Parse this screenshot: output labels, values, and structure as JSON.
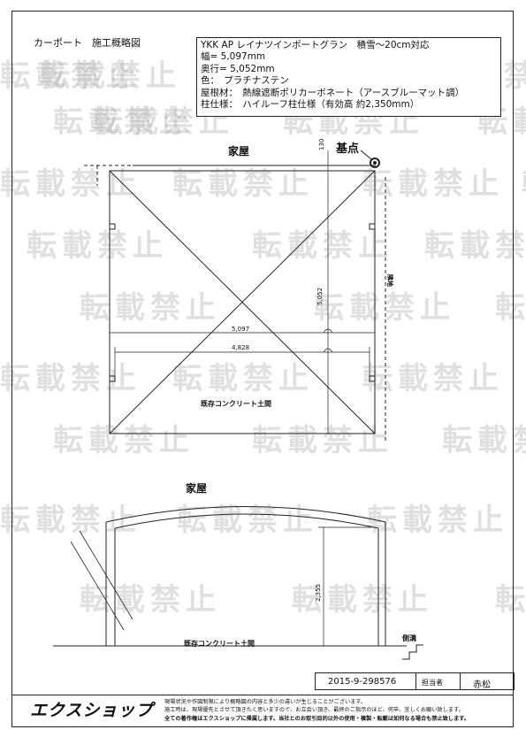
{
  "title": "カーポート　施工概略図",
  "spec": {
    "line1": "YKK AP レイナツインポートグラン　積雪～20cm対応",
    "line2": "幅= 5,097mm",
    "line3": "奥行= 5,052mm",
    "line4": "色：　プラチナステン",
    "line5": "屋根材：　熱線遮断ポリカーボネート（アースブルーマット調）",
    "line6": "柱仕様：　ハイルーフ柱仕様（有効高 約2,350mm）"
  },
  "plan": {
    "house_label": "家屋",
    "base_point_label": "基点",
    "dim_top": "130",
    "dim_depth": "5,052",
    "dim_width": "5,097",
    "dim_inner": "4,828",
    "floor_label": "既存コンクリート土間",
    "side_label": "隣地"
  },
  "elevation": {
    "house_label": "家屋",
    "dim_height": "2,355",
    "floor_label": "既存コンクリート土間",
    "gutter_label": "側溝"
  },
  "watermark": "転載禁止",
  "footer": {
    "code": "2015-9-298576",
    "person_label": "担当者",
    "person_name": "赤松",
    "logo": "エクスショップ",
    "note1": "現場状況や作図制限により概略図の内容と多少の違いが生じることがございます。",
    "note2": "施工時は、現場優先とさせて頂きたく思いますので、お立会い頂き、最終のご指示のほど、何卒、宜しくお願い致します。",
    "note3": "全ての著作権はエクスショップに帰属します。当社とのお取引目的以外の使用・複製・転載は如何なる場合も禁止致します。"
  }
}
